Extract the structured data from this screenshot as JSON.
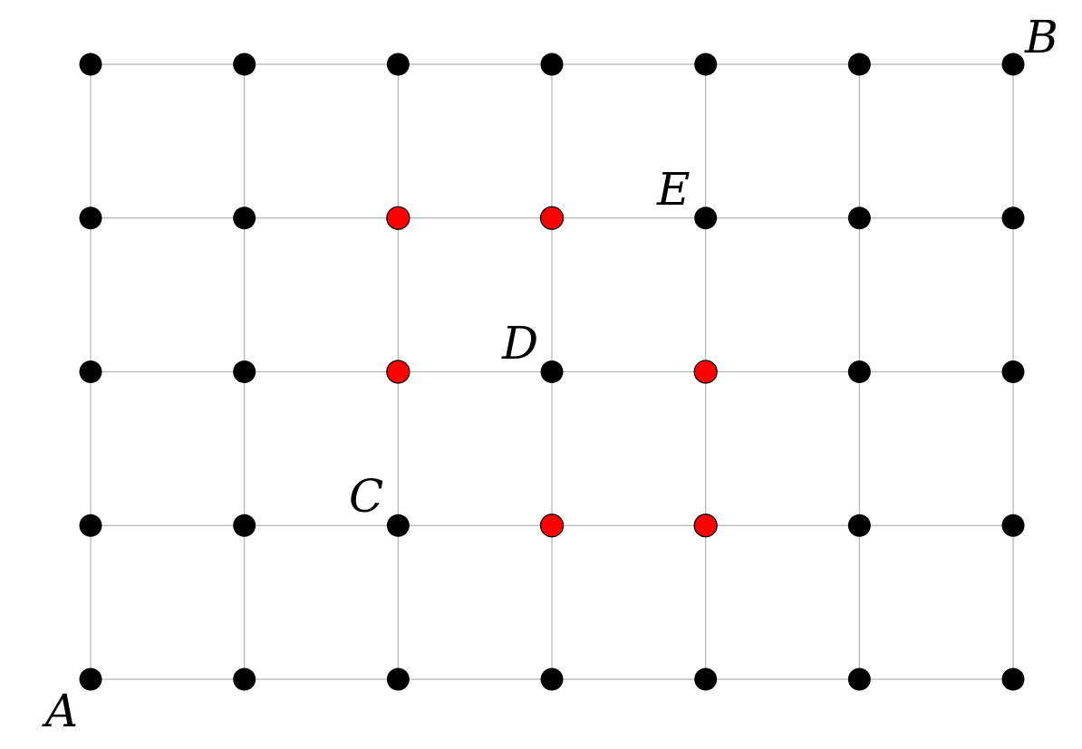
{
  "grid": {
    "columns": 7,
    "rows": 5,
    "line_color": "#b3b3b3",
    "point_color": "#000000",
    "highlight_color": "#ff0000"
  },
  "highlighted_points": [
    {
      "col": 2,
      "row": 3
    },
    {
      "col": 3,
      "row": 3
    },
    {
      "col": 2,
      "row": 2
    },
    {
      "col": 4,
      "row": 2
    },
    {
      "col": 3,
      "row": 1
    },
    {
      "col": 4,
      "row": 1
    }
  ],
  "labels": {
    "A": "A",
    "B": "B",
    "C": "C",
    "D": "D",
    "E": "E"
  },
  "labeled_points": {
    "A": {
      "col": 0,
      "row": 0
    },
    "B": {
      "col": 6,
      "row": 4
    },
    "C": {
      "col": 2,
      "row": 1
    },
    "D": {
      "col": 3,
      "row": 2
    },
    "E": {
      "col": 4,
      "row": 3
    }
  }
}
